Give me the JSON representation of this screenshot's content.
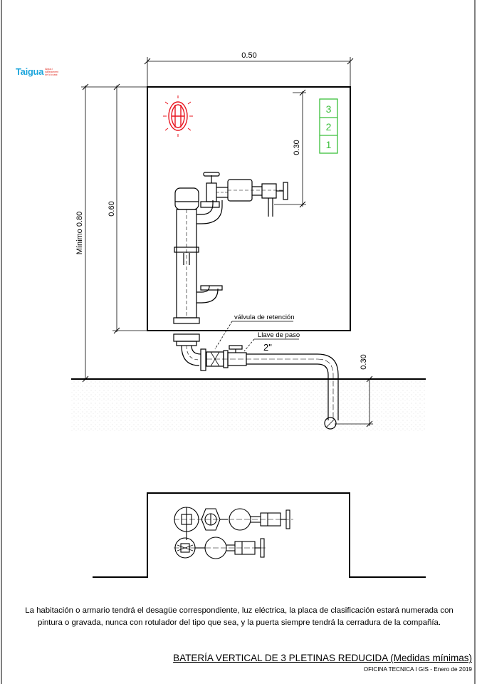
{
  "logo": {
    "name": "Taigua",
    "tagline": "Aigua i sanejament de la ciutat"
  },
  "dimensions": {
    "width": "0.50",
    "inner_height": "0.60",
    "total_height": "Mínimo 0.80",
    "upper_offset": "0.30",
    "depth": "0.30"
  },
  "labels": {
    "check_valve": "válvula de retención",
    "stop_valve": "Llave de paso",
    "pipe_size": "2\""
  },
  "plates": [
    "3",
    "2",
    "1"
  ],
  "colors": {
    "plates": "#3bbf3b",
    "light": "#e8141e",
    "logo": "#1ea6dc",
    "logo_tag": "#e0281e"
  },
  "icons": [
    "light-fixture-icon",
    "meter-icon",
    "valve-handle-icon"
  ],
  "note": "La habitación o armario tendrá el desagüe correspondiente, luz eléctrica, la placa de clasificación estará numerada con pintura o gravada, nunca con rotulador del tipo que sea, y la puerta siempre tendrá la cerradura de la compañía.",
  "footer": {
    "title": "BATERÍA VERTICAL DE 3 PLETINAS REDUCIDA (Medidas mínimas)",
    "subtitle": "OFICINA TECNICA I GIS - Enero de 2019"
  }
}
